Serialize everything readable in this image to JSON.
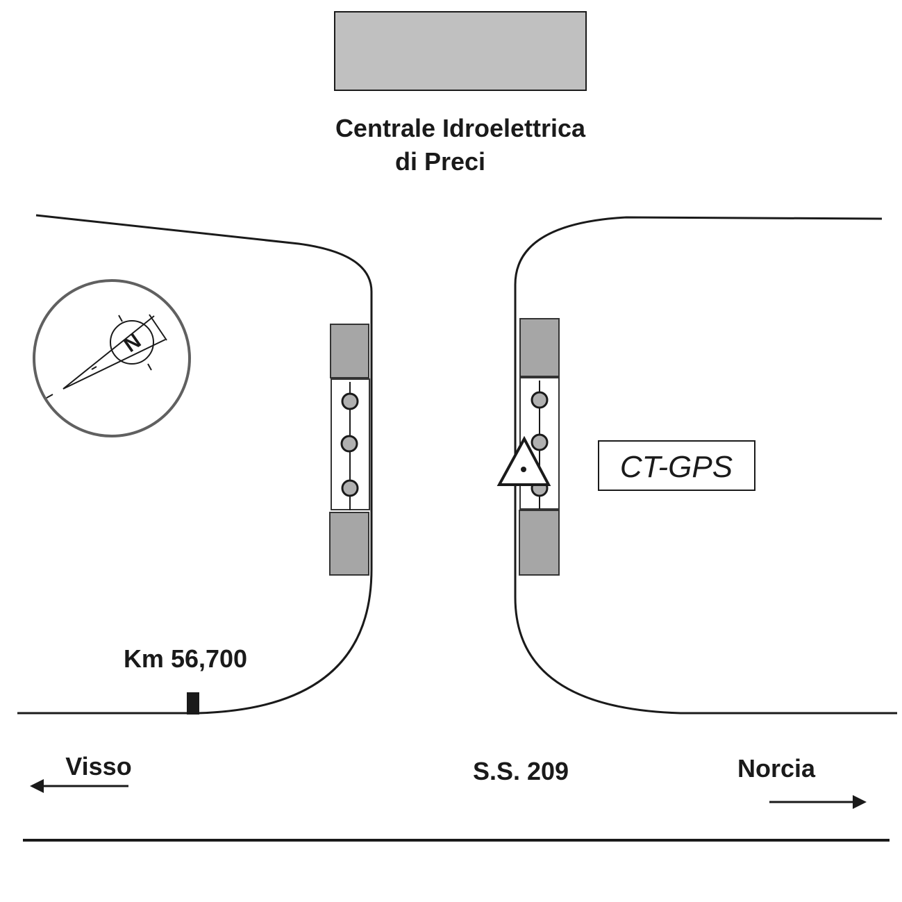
{
  "building": {
    "name_line1": "Centrale Idroelettrica",
    "name_line2": "di Preci",
    "fill_color": "#c0c0c0"
  },
  "station_label": "CT-GPS",
  "km_marker": "Km 56,700",
  "road": {
    "name": "S.S. 209",
    "left_direction": "Visso",
    "right_direction": "Norcia"
  },
  "compass": {
    "letter": "N",
    "icon": "north-arrow-icon"
  },
  "colors": {
    "gate_post": "#a6a6a6",
    "light": "#b0b0b0",
    "line": "#1a1a1a",
    "compass_ring": "#606060"
  }
}
